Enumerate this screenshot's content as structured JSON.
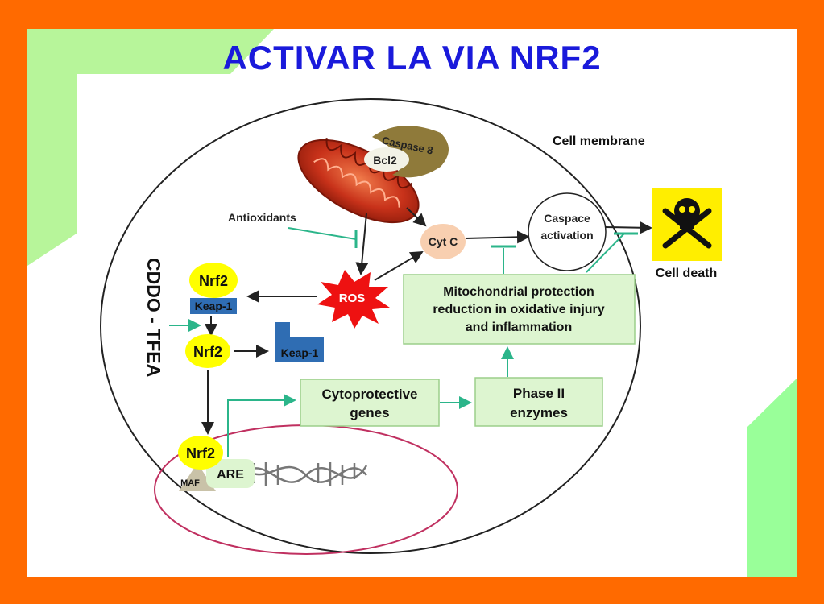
{
  "title": "ACTIVAR LA VIA NRF2",
  "labels": {
    "cell_membrane": "Cell membrane",
    "caspase8": "Caspase 8",
    "bcl2": "Bcl2",
    "antioxidants": "Antioxidants",
    "cyt_c": "Cyt C",
    "caspase_activation_1": "Caspace",
    "caspase_activation_2": "activation",
    "cell_death": "Cell death",
    "cddo_tfea": "CDDO - TFEA",
    "nrf2": "Nrf2",
    "keap1": "Keap-1",
    "ros": "ROS",
    "mito_protection_1": "Mitochondrial protection",
    "mito_protection_2": "reduction in oxidative injury",
    "mito_protection_3": "and inflammation",
    "cyto_genes_1": "Cytoprotective",
    "cyto_genes_2": "genes",
    "phase2_1": "Phase II",
    "phase2_2": "enzymes",
    "maf": "MAF",
    "are": "ARE"
  },
  "colors": {
    "background": "#ff6a00",
    "title": "#1a1adb",
    "accent_green": "#99ff99",
    "nrf2_yellow": "#ffff00",
    "keap_blue": "#2f6db3",
    "ros_red": "#ee1111",
    "box_green": "#ddf5d0",
    "arrow_teal": "#2bb58a",
    "cytc_fill": "#f8cfb0",
    "skull_bg": "#ffee00"
  }
}
